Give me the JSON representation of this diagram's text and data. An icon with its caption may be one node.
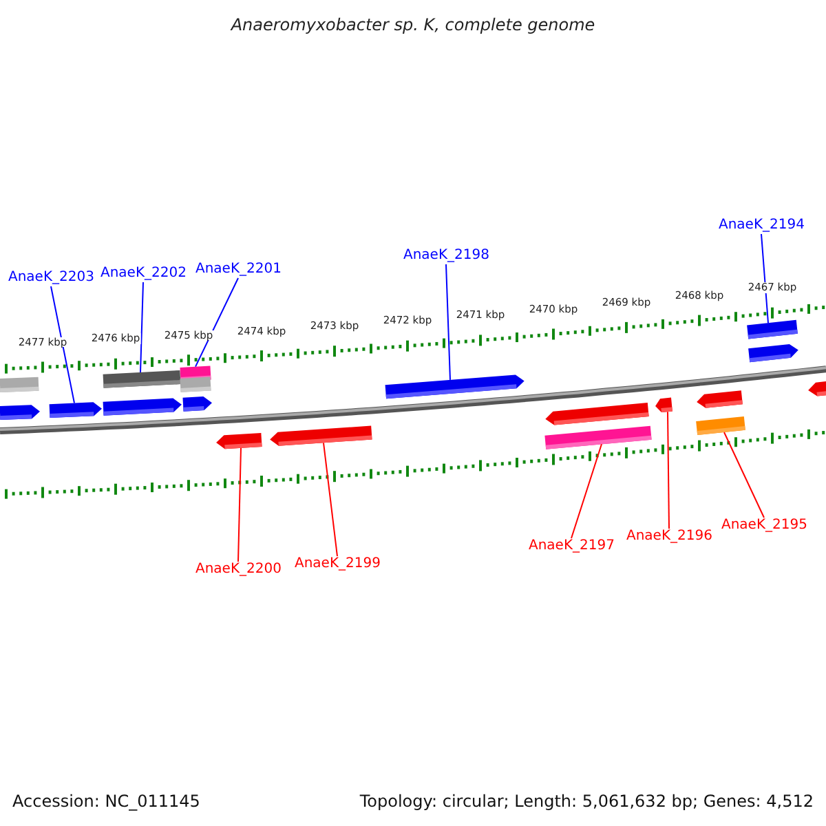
{
  "diagram": {
    "title": "Anaeromyxobacter sp. K, complete genome",
    "nodes": [
      {
        "text": [
          "AnaeK_2203"
        ]
      },
      {
        "text": [
          "AnaeK_2202"
        ]
      },
      {
        "text": [
          "AnaeK_2201"
        ]
      },
      {
        "text": [
          "AnaeK_2198"
        ]
      },
      {
        "text": [
          "AnaeK_2194"
        ]
      },
      {
        "text": [
          "AnaeK_2200"
        ]
      },
      {
        "text": [
          "AnaeK_2199"
        ]
      },
      {
        "text": [
          "AnaeK_2197"
        ]
      },
      {
        "text": [
          "AnaeK_2196"
        ]
      },
      {
        "text": [
          "AnaeK_2195"
        ]
      },
      {
        "text": [],
        "shape": "bar"
      },
      {
        "text": [],
        "shape": "bar"
      },
      {
        "text": [],
        "shape": "bar"
      },
      {
        "text": [],
        "shape": "bar"
      },
      {
        "text": [],
        "shape": "bar"
      },
      {
        "text": [],
        "shape": "arrow"
      },
      {
        "text": [],
        "shape": "arrow"
      },
      {
        "text": [],
        "shape": "arrow"
      },
      {
        "text": [],
        "shape": "arrow"
      },
      {
        "text": [],
        "shape": "arrow"
      },
      {
        "text": [],
        "shape": "arrow"
      },
      {
        "text": [],
        "shape": "arrow"
      },
      {
        "text": [],
        "shape": "arrow"
      },
      {
        "text": [],
        "shape": "arrow"
      },
      {
        "text": [],
        "shape": "arrow"
      },
      {
        "text": [],
        "shape": "arrow"
      },
      {
        "text": [],
        "shape": "arrow"
      },
      {
        "text": [],
        "shape": "bar"
      },
      {
        "text": [],
        "shape": "bar"
      }
    ],
    "edges": [
      {
        "from": 0,
        "to": 16,
        "arrow": "none",
        "color": "#0000ff"
      },
      {
        "from": 1,
        "to": 11,
        "arrow": "none",
        "color": "#0000ff"
      },
      {
        "from": 2,
        "to": 12,
        "arrow": "none",
        "color": "#0000ff"
      },
      {
        "from": 3,
        "to": 19,
        "arrow": "none",
        "color": "#0000ff"
      },
      {
        "from": 4,
        "to": 14,
        "arrow": "none",
        "color": "#0000ff"
      },
      {
        "from": 5,
        "to": 21,
        "arrow": "none",
        "color": "#ff0000"
      },
      {
        "from": 6,
        "to": 22,
        "arrow": "none",
        "color": "#ff0000"
      },
      {
        "from": 7,
        "to": 27,
        "arrow": "none",
        "color": "#ff0000"
      },
      {
        "from": 8,
        "to": 24,
        "arrow": "none",
        "color": "#ff0000"
      },
      {
        "from": 9,
        "to": 28,
        "arrow": "none",
        "color": "#ff0000"
      }
    ],
    "labels": [
      "2477 kbp",
      "2476 kbp",
      "2475 kbp",
      "2474 kbp",
      "2473 kbp",
      "2472 kbp",
      "2471 kbp",
      "2470 kbp",
      "2469 kbp",
      "2468 kbp",
      "2467 kbp",
      "Accession: NC_011145",
      "Topology: circular; Length: 5,061,632 bp; Genes: 4,512"
    ]
  }
}
